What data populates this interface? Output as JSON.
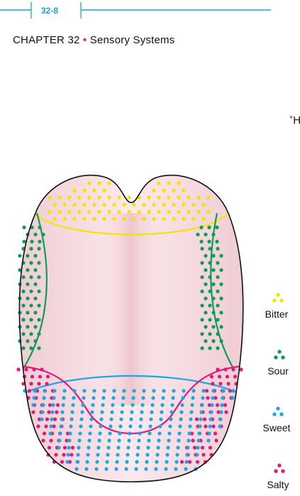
{
  "header": {
    "page_number": "32-8",
    "chapter_title": "CHAPTER 32",
    "separator": "•",
    "section_title": "Sensory Systems",
    "clipped_text": "H"
  },
  "legend": [
    {
      "label": "Bitter",
      "color": "#f2e600"
    },
    {
      "label": "Sour",
      "color": "#0b9c5a"
    },
    {
      "label": "Sweet",
      "color": "#1aa7e6"
    },
    {
      "label": "Salty",
      "color": "#e0197a"
    }
  ],
  "colors": {
    "accent": "#1aa0d8",
    "tongue_fill": "#f7dfe3",
    "tongue_outline": "#111111",
    "bitter_line": "#f2e600",
    "sour_line": "#0b9c5a",
    "sweet_line": "#1aa7e6",
    "salty_line": "#e0197a"
  }
}
